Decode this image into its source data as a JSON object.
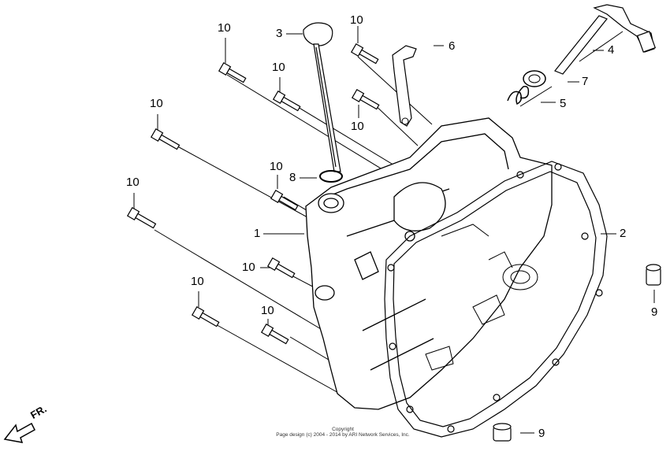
{
  "diagram": {
    "callouts": {
      "p1": "1",
      "p2": "2",
      "p3": "3",
      "p4": "4",
      "p5": "5",
      "p6": "6",
      "p7": "7",
      "p8": "8",
      "p9": "9",
      "p10": "10"
    },
    "direction_label": "FR.",
    "copyright": {
      "line1": "Copyright",
      "line2": "Page design (c) 2004 - 2014 by ARI Network Services, Inc."
    }
  }
}
